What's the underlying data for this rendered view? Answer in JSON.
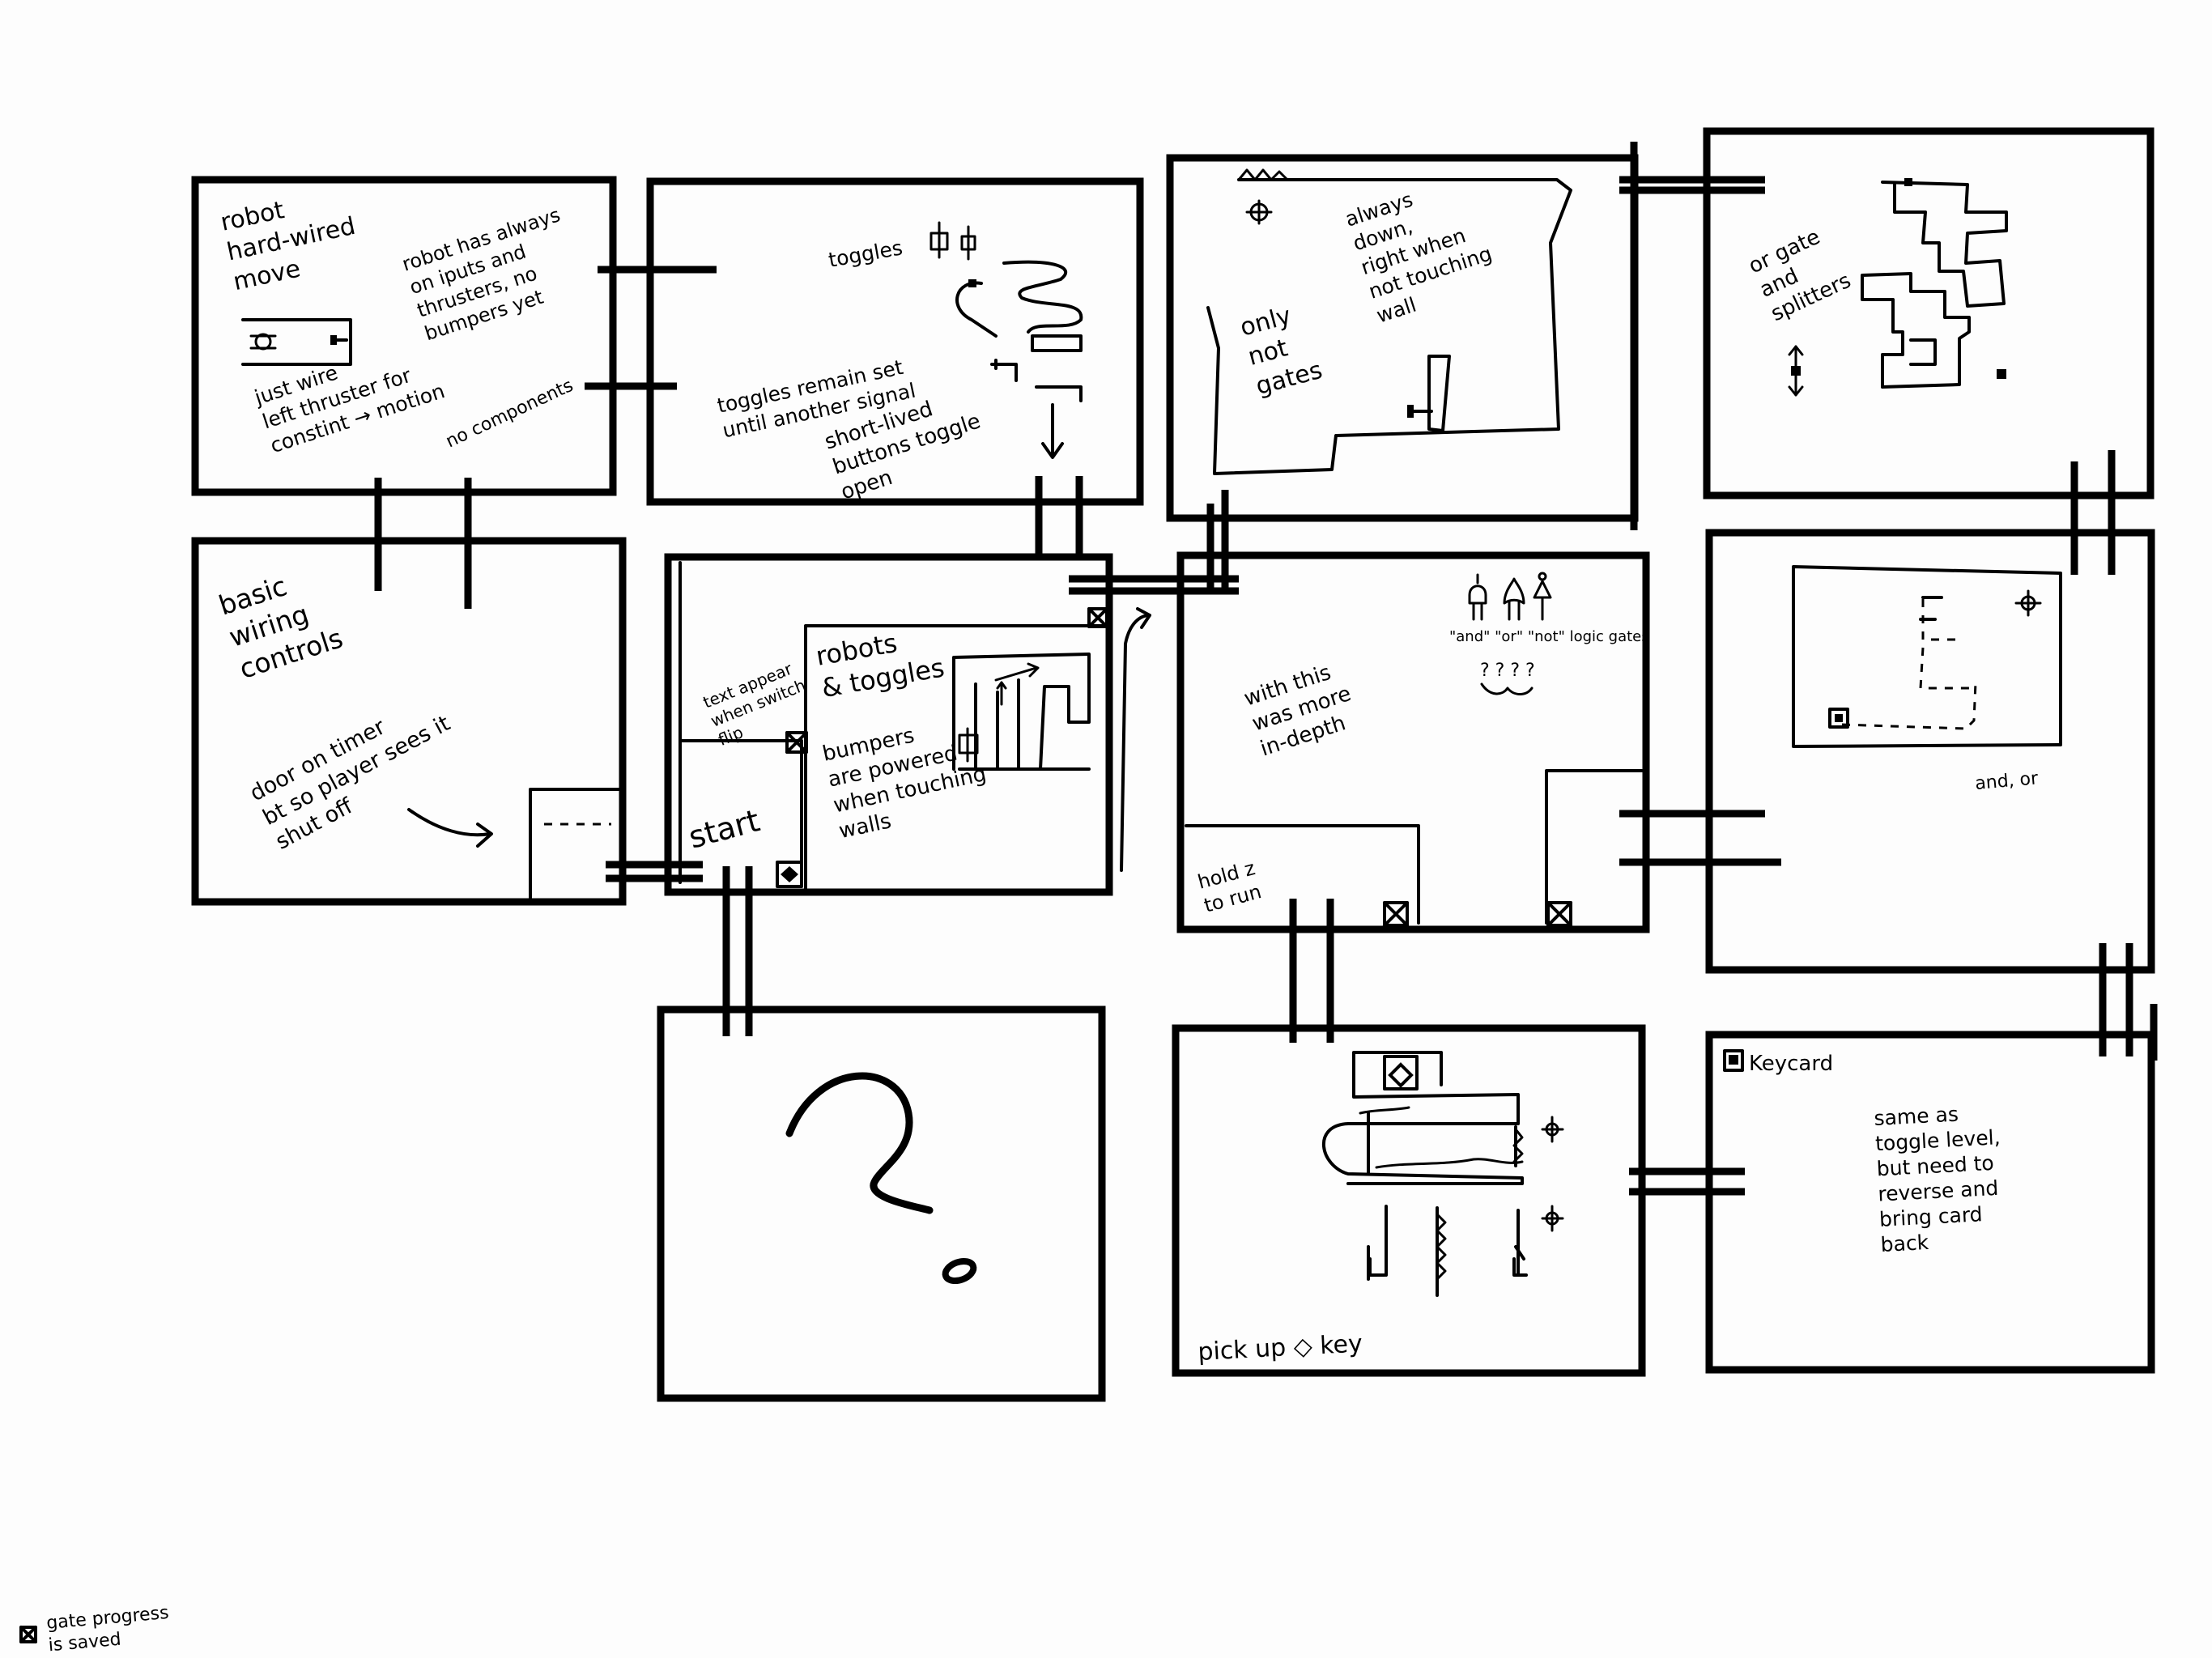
{
  "rooms": {
    "robot_hardwired": {
      "title": "robot\nhard-wired\nmove",
      "note_right": "robot has always\non iputs and\nthrusters, no\nbumpers yet",
      "note_bottom": "just wire\nleft thruster for\nconstint → motion",
      "note_components": "no components"
    },
    "toggles": {
      "title": "toggles",
      "note": "toggles remain set\nuntil another signal",
      "note_buttons": "short-lived\nbuttons toggle\nopen"
    },
    "not_gates": {
      "note_left": "only\nnot\ngates",
      "note_right": "always\ndown,\nright when\nnot touching\nwall"
    },
    "or_gate": {
      "note": "or gate\nand\nsplitters"
    },
    "basic_wiring": {
      "title": "basic\nwiring\ncontrols",
      "note": "door on timer\nbt so player sees it\nshut off"
    },
    "start": {
      "label_start": "start",
      "note_text": "text appear\nwhen switch\nflip",
      "note_robots": "robots\n& toggles",
      "note_bumpers": "bumpers\nare powered\nwhen touching\nwalls"
    },
    "logic_gates": {
      "gate_legend": "\"and\" \"or\" \"not\" logic gates",
      "gate_questions": "? ? ? ?",
      "note": "with this\nwas more\nin-depth",
      "note_hold": "hold z\nto run"
    },
    "and_or": {
      "note": "and, or"
    },
    "mystery": {
      "glyph": "?"
    },
    "key": {
      "note": "pick up ◇ key"
    },
    "keycard": {
      "title": "Keycard",
      "note": "same as\ntoggle level,\nbut need to\nreverse and\nbring card\nback"
    }
  },
  "legend": {
    "note": "gate progress\nis saved"
  },
  "icons": {
    "robot": "robot-icon",
    "thruster": "thruster-icon",
    "bumper": "bumper-icon",
    "gate": "gate-box-icon",
    "diamond_key": "diamond-key-icon",
    "keycard": "keycard-icon"
  },
  "colors": {
    "ink": "#000000",
    "paper": "#fdfdfd"
  }
}
